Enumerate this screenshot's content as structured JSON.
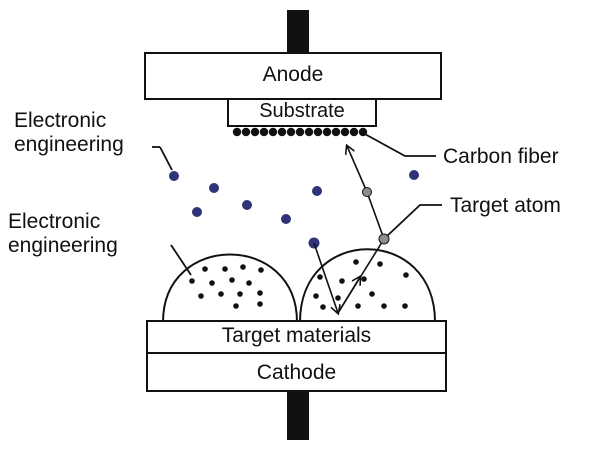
{
  "title": "",
  "components": {
    "anode": "Anode",
    "substrate": "Substrate",
    "target_materials": "Target materials",
    "cathode": "Cathode"
  },
  "labels": {
    "electronic_engineering_top_line1": "Electronic",
    "electronic_engineering_top_line2": "engineering",
    "electronic_engineering_mid_line1": "Electronic",
    "electronic_engineering_mid_line2": "engineering",
    "carbon_fiber": "Carbon fiber",
    "target_atom": "Target atom"
  },
  "colors": {
    "line": "#111111",
    "electron_particle": "#2e3477",
    "target_atom": "#8e8e8e",
    "background": "#ffffff"
  },
  "icons": {
    "electron": "filled-circle",
    "carbon_fiber_dot": "filled-circle",
    "target_atom": "filled-circle-gray"
  }
}
